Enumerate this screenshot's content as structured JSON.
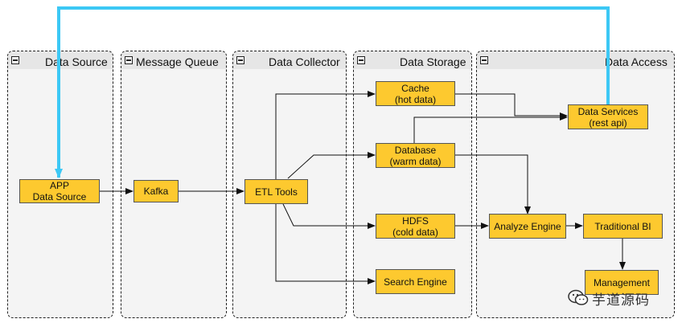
{
  "lanes": [
    {
      "title": "Data Source"
    },
    {
      "title": "Message Queue"
    },
    {
      "title": "Data Collector"
    },
    {
      "title": "Data Storage"
    },
    {
      "title": "Data Access"
    }
  ],
  "nodes": {
    "app": "APP\nData Source",
    "kafka": "Kafka",
    "etl": "ETL Tools",
    "cache": "Cache\n(hot data)",
    "database": "Database\n(warm data)",
    "hdfs": "HDFS\n(cold data)",
    "search": "Search Engine",
    "services": "Data Services\n(rest api)",
    "analyze": "Analyze Engine",
    "bi": "Traditional BI",
    "management": "Management"
  },
  "watermark": {
    "text": "芋道源码"
  },
  "colors": {
    "node_fill": "#fdc92f",
    "feedback_edge": "#3cc8f5",
    "lane_bg": "#f4f4f4"
  }
}
